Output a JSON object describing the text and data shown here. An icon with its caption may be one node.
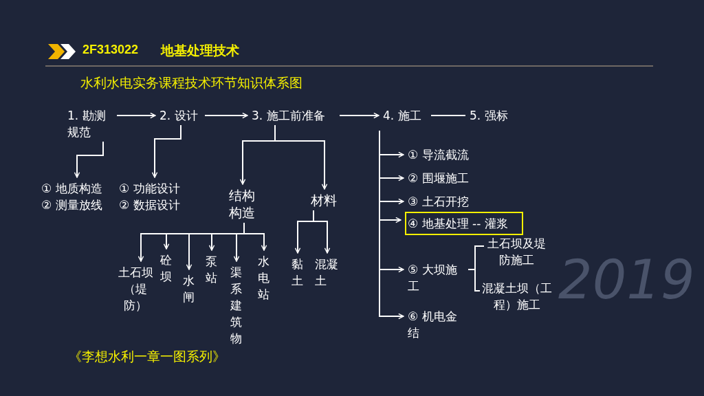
{
  "diagram": {
    "title": "水利水电实务课程技术环节知识体系图",
    "nodes": [
      {
        "text": [
          "1. 勘测规范"
        ]
      },
      {
        "text": [
          "2. 设计"
        ]
      },
      {
        "text": [
          "3. 施工前准备"
        ]
      },
      {
        "text": [
          "4. 施工"
        ]
      },
      {
        "text": [
          "5. 强标"
        ]
      },
      {
        "text": [
          "① 地质构造",
          "② 测量放线"
        ]
      },
      {
        "text": [
          "① 功能设计",
          "② 数据设计"
        ]
      },
      {
        "text": [
          "结构构造"
        ]
      },
      {
        "text": [
          "材料"
        ]
      },
      {
        "text": [
          "土石坝（堤防）"
        ]
      },
      {
        "text": [
          "砼坝"
        ]
      },
      {
        "text": [
          "水闸"
        ]
      },
      {
        "text": [
          "泵站"
        ]
      },
      {
        "text": [
          "渠系建筑物"
        ]
      },
      {
        "text": [
          "水电站"
        ]
      },
      {
        "text": [
          "黏土"
        ]
      },
      {
        "text": [
          "混凝土"
        ]
      },
      {
        "text": [
          "① 导流截流"
        ]
      },
      {
        "text": [
          "② 围堰施工"
        ]
      },
      {
        "text": [
          "③ 土石开挖"
        ]
      },
      {
        "text": [
          "④ 地基处理 -- 灌浆"
        ]
      },
      {
        "text": [
          "⑤ 大坝施工"
        ]
      },
      {
        "text": [
          "土石坝及堤防施工"
        ]
      },
      {
        "text": [
          "混凝土坝（工程）施工"
        ]
      },
      {
        "text": [
          "⑥ 机电金结"
        ]
      }
    ],
    "edges": [
      {
        "from": 0,
        "to": 1,
        "arrow": "to"
      },
      {
        "from": 1,
        "to": 2,
        "arrow": "to"
      },
      {
        "from": 2,
        "to": 3,
        "arrow": "to"
      },
      {
        "from": 3,
        "to": 4,
        "arrow": "none"
      },
      {
        "from": 0,
        "to": 5,
        "arrow": "to"
      },
      {
        "from": 1,
        "to": 6,
        "arrow": "to"
      },
      {
        "from": 2,
        "to": 7,
        "arrow": "to"
      },
      {
        "from": 2,
        "to": 8,
        "arrow": "to"
      },
      {
        "from": 7,
        "to": 9,
        "arrow": "to"
      },
      {
        "from": 7,
        "to": 10,
        "arrow": "to"
      },
      {
        "from": 7,
        "to": 11,
        "arrow": "to"
      },
      {
        "from": 7,
        "to": 12,
        "arrow": "to"
      },
      {
        "from": 7,
        "to": 13,
        "arrow": "to"
      },
      {
        "from": 7,
        "to": 14,
        "arrow": "to"
      },
      {
        "from": 8,
        "to": 15,
        "arrow": "to"
      },
      {
        "from": 8,
        "to": 16,
        "arrow": "to"
      },
      {
        "from": 3,
        "to": 17,
        "arrow": "to"
      },
      {
        "from": 3,
        "to": 18,
        "arrow": "to"
      },
      {
        "from": 3,
        "to": 19,
        "arrow": "to"
      },
      {
        "from": 3,
        "to": 20,
        "arrow": "to"
      },
      {
        "from": 3,
        "to": 21,
        "arrow": "to"
      },
      {
        "from": 3,
        "to": 24,
        "arrow": "to"
      },
      {
        "from": 21,
        "to": 22,
        "arrow": "none"
      },
      {
        "from": 21,
        "to": 23,
        "arrow": "none"
      }
    ],
    "labels": [
      "2F313022",
      "地基处理技术",
      "2019",
      "《李想水利一章一图系列》"
    ]
  }
}
